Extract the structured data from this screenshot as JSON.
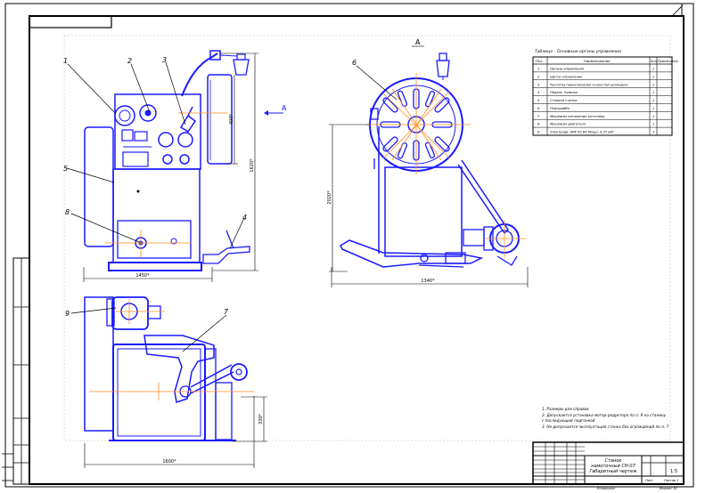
{
  "view_label": "А",
  "section_label": "А",
  "callouts": [
    "1",
    "2",
    "3",
    "4",
    "5",
    "6",
    "7",
    "8",
    "9"
  ],
  "dimensions": {
    "front_height_upper": "400*",
    "front_height_total": "1620*",
    "front_width": "1450*",
    "side_height": "2020*",
    "side_width": "1340*",
    "top_depth": "330*",
    "top_width": "1600*"
  },
  "parts_table": {
    "title": "Таблица – Основные органы управления",
    "headers": [
      "Поз.",
      "Наименование",
      "Кол.",
      "Примечание"
    ],
    "rows": [
      [
        "1",
        "Органы управления",
        "1",
        ""
      ],
      [
        "2",
        "Щиток управления",
        "1",
        ""
      ],
      [
        "3",
        "Рукоятка переключения скоростей шпинделя",
        "1",
        ""
      ],
      [
        "4",
        "Педаль тормоза",
        "1",
        ""
      ],
      [
        "5",
        "Станина станка",
        "1",
        ""
      ],
      [
        "6",
        "Планшайба",
        "1",
        ""
      ],
      [
        "7",
        "Механизм натяжения заготовки",
        "1",
        ""
      ],
      [
        "8",
        "Механизм двигателя",
        "1",
        ""
      ],
      [
        "9",
        "Электродв. АИР 63 В4 Мощн. 0,37 кВт",
        "1",
        ""
      ]
    ]
  },
  "notes": [
    "1. Размеры для справок",
    "2. Допускается установка мотор-редуктора по п. 9 на станину",
    "   с последующей подгонкой",
    "3. Не допускается эксплуатация станка без ограждений по п. 7"
  ],
  "title_block": {
    "name_line1": "Станок",
    "name_line2": "намоточный СН-07",
    "name_line3": "Габаритный чертеж",
    "stage": "",
    "mass": "",
    "scale": "1:5",
    "sheet": "Лист",
    "sheets": "Листов 1",
    "format": "Формат А1",
    "copied": "Копировал"
  },
  "colors": {
    "frame": "#000000",
    "machine": "#1a1aff",
    "centerline": "#ff8c1a",
    "dimension": "#000000",
    "background": "#ffffff"
  }
}
